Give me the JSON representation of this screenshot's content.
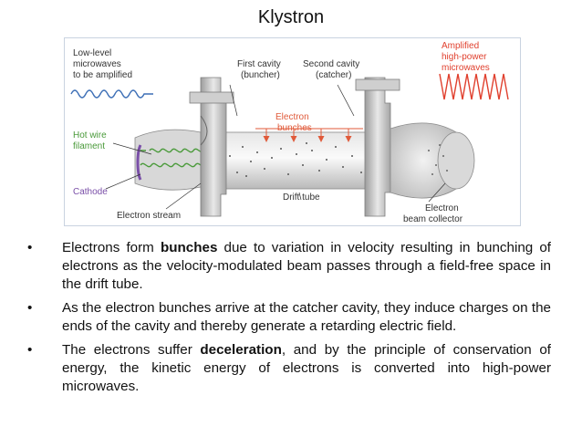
{
  "title": "Klystron",
  "diagram": {
    "labels": {
      "input": [
        "Low-level",
        "microwaves",
        "to be amplified"
      ],
      "output": [
        "Amplified",
        "high-power",
        "microwaves"
      ],
      "first_cavity": [
        "First cavity",
        "(buncher)"
      ],
      "second_cavity": [
        "Second cavity",
        "(catcher)"
      ],
      "electron_bunches": [
        "Electron",
        "bunches"
      ],
      "filament": [
        "Hot wire",
        "filament"
      ],
      "cathode": "Cathode",
      "drift_tube": "Drift tube",
      "electron_stream": "Electron stream",
      "collector": [
        "Electron",
        "beam collector"
      ]
    },
    "colors": {
      "input_wave": "#3d6fb6",
      "output_wave": "#e0402e",
      "filament": "#4a9a3a",
      "cathode": "#7a4fa8",
      "bunch_label": "#e05a3a",
      "metal": "#c4c4c4",
      "border": "#c9d3e0"
    }
  },
  "bullets": [
    {
      "pre": "Electrons form ",
      "bold": "bunches",
      "post": " due to variation in velocity  resulting in bunching of electrons as the velocity-modulated beam passes through a field-free space in the drift tube."
    },
    {
      "pre": "As the electron bunches arrive at the catcher cavity, they induce charges on the ends of the cavity and thereby generate a retarding electric field.",
      "bold": "",
      "post": ""
    },
    {
      "pre": "The electrons suffer ",
      "bold": "deceleration",
      "post": ", and by the principle of conservation of energy, the kinetic energy of electrons is converted into high-power microwaves."
    }
  ],
  "bullet_glyph": "•"
}
